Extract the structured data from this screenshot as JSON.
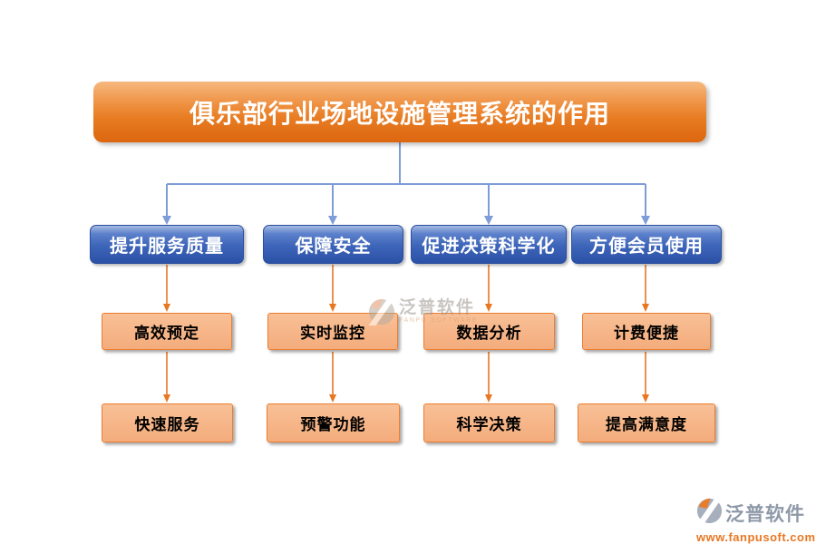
{
  "title": "俱乐部行业场地设施管理系统的作用",
  "branches": [
    {
      "label": "提升服务质量",
      "items": [
        "高效预定",
        "快速服务"
      ]
    },
    {
      "label": "保障安全",
      "items": [
        "实时监控",
        "预警功能"
      ]
    },
    {
      "label": "促进决策科学化",
      "items": [
        "数据分析",
        "科学决策"
      ]
    },
    {
      "label": "方便会员使用",
      "items": [
        "计费便捷",
        "提高满意度"
      ]
    }
  ],
  "watermark": {
    "name": "泛普软件",
    "subtitle": "FANPU SOFTWARE"
  },
  "footer_logo": {
    "name": "泛普软件",
    "url": "www.fanpusoft.com"
  },
  "colors": {
    "title_gradient_top": "#F6B87E",
    "title_gradient_bottom": "#DC660F",
    "blue_box_main": "#3C64B8",
    "blue_box_dark": "#2C52A7",
    "orange_box_fill": "#F4AC7C",
    "orange_box_border": "#ED7D31",
    "blue_connector": "#7E9CD8",
    "orange_connector": "#E87722",
    "logo_gray": "#8E99A8",
    "url_orange": "#E87722"
  }
}
